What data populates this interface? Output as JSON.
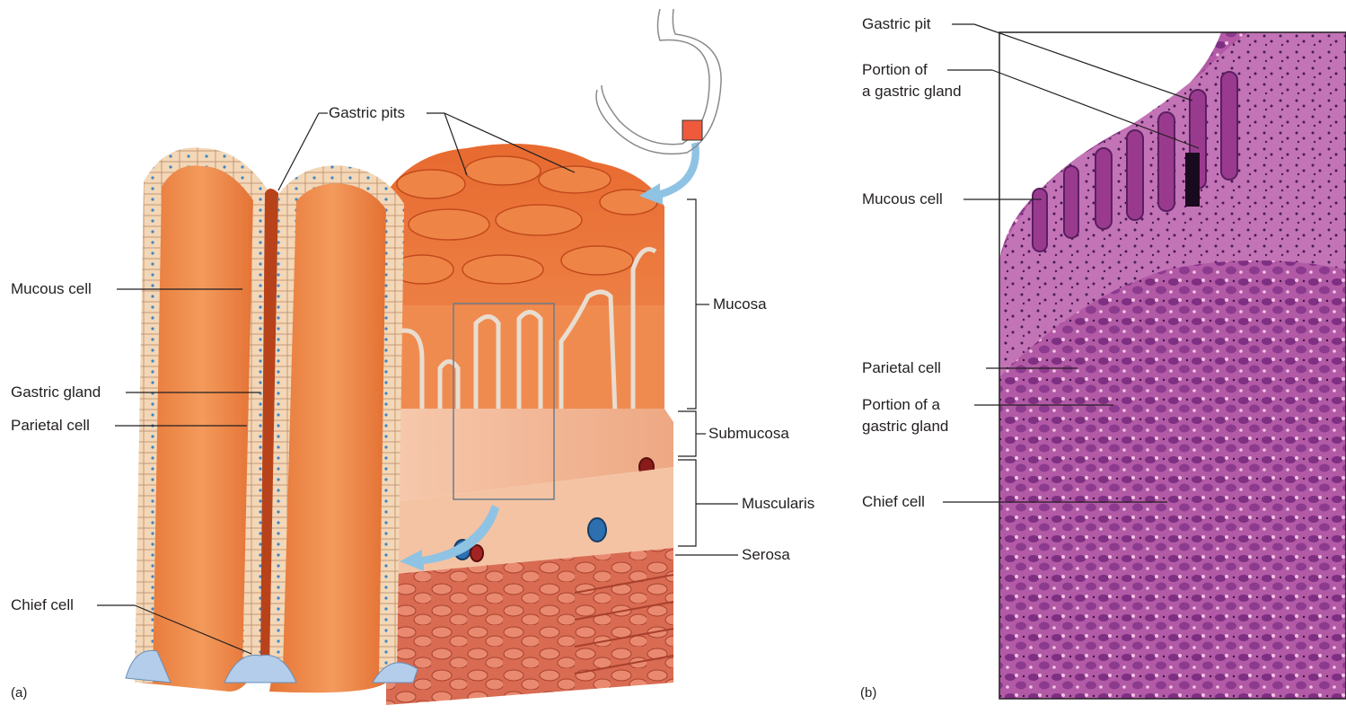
{
  "panel_a": {
    "tag": "(a)",
    "labels": {
      "gastric_pits": "Gastric pits",
      "mucous_cell": "Mucous cell",
      "gastric_gland": "Gastric gland",
      "parietal_cell": "Parietal cell",
      "chief_cell": "Chief cell",
      "mucosa": "Mucosa",
      "submucosa": "Submucosa",
      "muscularis": "Muscularis",
      "serosa": "Serosa"
    }
  },
  "panel_b": {
    "tag": "(b)",
    "labels": {
      "gastric_pit": "Gastric pit",
      "portion_gland_1_line1": "Portion of",
      "portion_gland_1_line2": "a gastric gland",
      "mucous_cell": "Mucous cell",
      "parietal_cell": "Parietal cell",
      "portion_gland_2_line1": "Portion of a",
      "portion_gland_2_line2": "gastric gland",
      "chief_cell": "Chief cell"
    }
  },
  "colors": {
    "tissue_orange": "#e8743c",
    "tissue_dark": "#c24a1c",
    "mucous_blue": "#a9c6e6",
    "cell_beige": "#f3d7b6",
    "muscle_red": "#c8533a",
    "submucosa_pink": "#f2b89a",
    "micrograph_purple": "#8b3f8c",
    "micrograph_pink": "#e7a8d0",
    "arrow_blue": "#8fc3e4",
    "leader_line": "#231f20"
  }
}
